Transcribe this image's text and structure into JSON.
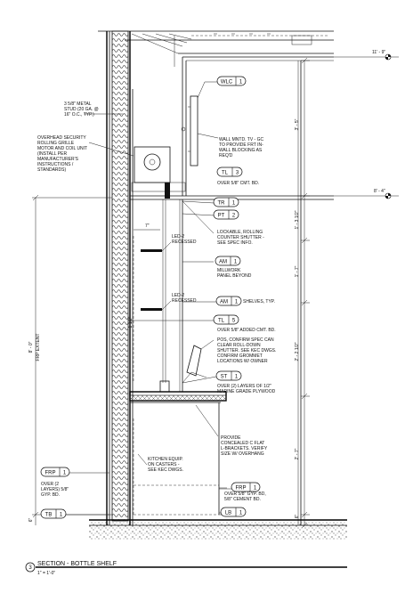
{
  "notes": {
    "stud": [
      "3 5/8\" METAL",
      "STUD (20 GA. @",
      "16\" O.C., TYP.)"
    ],
    "overhead": [
      "OVERHEAD SECURITY",
      "ROLLING GRILLE",
      "MOTOR AND COIL UNIT",
      "(INSTALL PER",
      "MANUFACTURER'S",
      "INSTRUCTIONS /",
      "STANDARDS)"
    ],
    "tv": [
      "WALL MNTD. TV - GC",
      "TO PROVIDE FRT IN-",
      "WALL BLOCKING AS",
      "REQ'D"
    ],
    "cement": [
      "OVER 5/8\" CMT. BD."
    ],
    "shutter": [
      "LOCKABLE, ROLLING",
      "COUNTER SHUTTER -",
      "SEE SPEC INFO."
    ],
    "led1": [
      "LED-2",
      "RECESSED"
    ],
    "millwork": [
      "MILLWORK",
      "PANEL BEYOND"
    ],
    "led2": [
      "LED-2",
      "RECESSED"
    ],
    "shelves": [
      "SHELVES, TYP."
    ],
    "added": [
      "OVER 5/8\" ADDED CMT. BD."
    ],
    "pos": [
      "POS, CONFIRM SPEC CAN",
      "CLEAR ROLL-DOWN",
      "SHUTTER. SEE KEC DWGS.",
      "CONFIRM GROMMET",
      "LOCATIONS W/ OWNER"
    ],
    "plywood": [
      "OVER (2) LAYERS OF 1/2\"",
      "MARINE GRADE PLYWOOD"
    ],
    "bracket": [
      "PROVIDE",
      "CONCEALED C FLAT",
      "L-BRACKETS. VERIFY",
      "SIZE W/ OVERHANG"
    ],
    "kitchen": [
      "KITCHEN EQUIP.",
      "ON CASTERS -",
      "SEE KEC DWGS."
    ],
    "frp_left": [
      "OVER (2",
      "LAYERS) 5/8\"",
      "GYP. BD."
    ],
    "frp_right": [
      "OVER 5/8\" GYP. BD,",
      "5/8\" CEMENT BD."
    ]
  },
  "tags": {
    "wlc": {
      "code": "WLC",
      "num": "1"
    },
    "tl3": {
      "code": "TL",
      "num": "3"
    },
    "tr1": {
      "code": "TR",
      "num": "1"
    },
    "pt2": {
      "code": "PT",
      "num": "2"
    },
    "am1a": {
      "code": "AM",
      "num": "1"
    },
    "am1b": {
      "code": "AM",
      "num": "1"
    },
    "tl5": {
      "code": "TL",
      "num": "5"
    },
    "st1": {
      "code": "ST",
      "num": "1"
    },
    "frp_l": {
      "code": "FRP",
      "num": "1"
    },
    "frp_r": {
      "code": "FRP",
      "num": "1"
    },
    "tb1": {
      "code": "TB",
      "num": "1"
    },
    "lb1": {
      "code": "LB",
      "num": "1"
    }
  },
  "elevations": {
    "top": "11' - 9\"",
    "mid": "8' - 4\""
  },
  "dims": {
    "d1": "3' - 5\"",
    "d2": "1' - 3 1/2\"",
    "d3": "1' - 7\"",
    "d4": "2' - 2 1/2\"",
    "d5": "2' - 7\"",
    "d6": "6\"",
    "seven": "7\"",
    "oneHalf": "1 1/2\"",
    "frp": "8' - 0\"",
    "frpExtent": "FRP EXTENT",
    "base": "6\""
  },
  "title": {
    "num": "3",
    "name": "SECTION - BOTTLE SHELF",
    "scale": "1\" = 1'-0\""
  }
}
